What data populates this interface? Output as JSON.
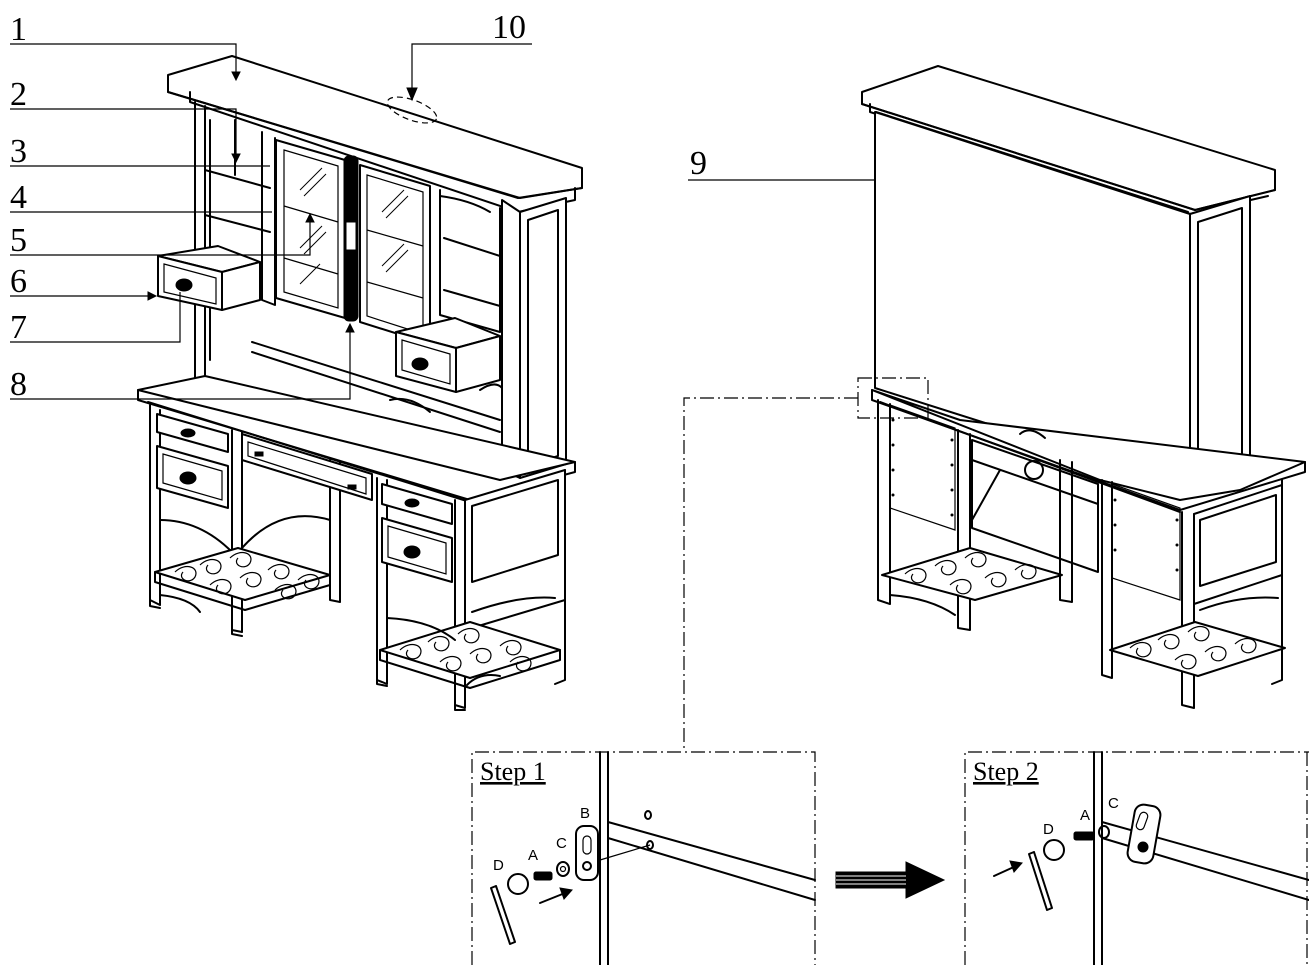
{
  "callouts": [
    {
      "id": "1",
      "label": "1"
    },
    {
      "id": "2",
      "label": "2"
    },
    {
      "id": "3",
      "label": "3"
    },
    {
      "id": "4",
      "label": "4"
    },
    {
      "id": "5",
      "label": "5"
    },
    {
      "id": "6",
      "label": "6"
    },
    {
      "id": "7",
      "label": "7"
    },
    {
      "id": "8",
      "label": "8"
    },
    {
      "id": "9",
      "label": "9"
    },
    {
      "id": "10",
      "label": "10"
    }
  ],
  "steps": [
    {
      "title": "Step 1",
      "parts": {
        "a": "A",
        "b": "B",
        "c": "C",
        "d": "D"
      }
    },
    {
      "title": "Step 2",
      "parts": {
        "a": "A",
        "c": "C",
        "d": "D"
      }
    }
  ],
  "colors": {
    "line": "#000000",
    "background": "#ffffff"
  },
  "icons": {
    "transition": "right-arrow-icon"
  }
}
